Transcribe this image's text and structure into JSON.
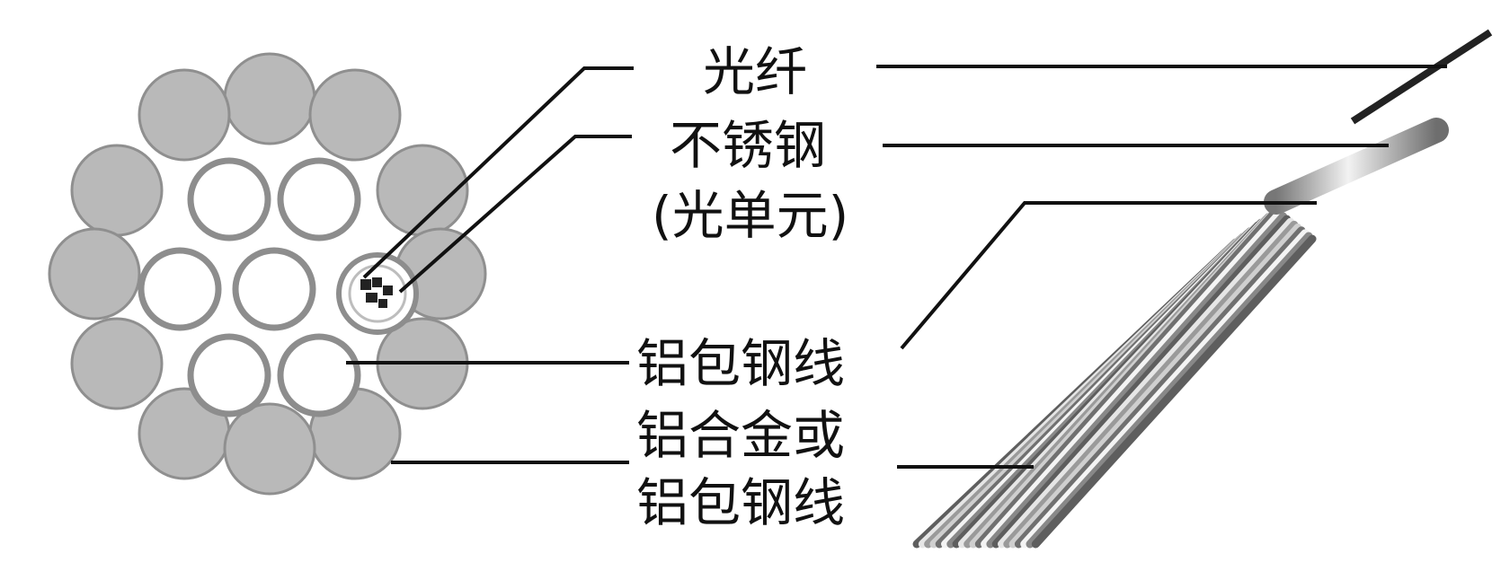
{
  "labels": {
    "fiber": "光纤",
    "stainless_line1": "不锈钢",
    "stainless_line2": "(光单元)",
    "acs_wire": "铝包钢线",
    "outer_line1": "铝合金或",
    "outer_line2": "铝包钢线"
  },
  "colors": {
    "outer_strand_fill": "#b9b9b9",
    "outer_strand_stroke": "#8f8f8f",
    "inner_ring_stroke": "#8d8d8d",
    "leader_line": "#111111",
    "background": "#ffffff"
  }
}
